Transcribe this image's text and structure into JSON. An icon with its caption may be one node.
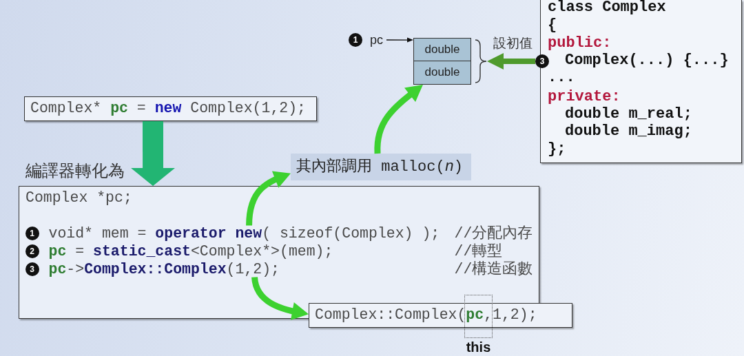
{
  "diagram": {
    "nodes": [
      {
        "text": [
          "1"
        ]
      },
      {
        "text": [
          "pc"
        ]
      },
      {
        "text": [
          "double",
          "double"
        ]
      },
      {
        "text": [
          "class Complex",
          "{",
          "public:",
          "Complex(...) {...}",
          "...",
          "private:",
          "double m_real;",
          "double m_imag;",
          "};"
        ]
      },
      {
        "text": [
          "3"
        ]
      },
      {
        "text": [
          "Complex* **pc** = **new** Complex(1,2);"
        ]
      },
      {
        "text": [
          "其內部調用 malloc(*n*)"
        ]
      },
      {
        "text": [
          "Complex *pc;",
          "//分配內存",
          "//轉型",
          "//構造函數"
        ]
      },
      {
        "text": [
          "1",
          "void* mem = **operator new**( sizeof(Complex) );"
        ],
        "in": 7
      },
      {
        "text": [
          "2",
          "**pc** = **static_cast**<Complex*>(mem);"
        ],
        "in": 7
      },
      {
        "text": [
          "3",
          "**pc**->**Complex::Complex**(1,2);"
        ],
        "in": 7
      },
      {
        "text": [
          "Complex::Complex(**pc**,1,2);"
        ],
        "beside": [
          "this"
        ]
      }
    ],
    "edges": [
      {
        "from": 1,
        "to": 2,
        "arrow": "to",
        "color": "#111111"
      },
      {
        "from": 4,
        "to": 2,
        "arrow": "to",
        "label": "設初值",
        "color": "#4f9a2d"
      },
      {
        "from": 6,
        "to": 2,
        "arrow": "to",
        "color": "#3dd130"
      },
      {
        "from": 8,
        "to": 6,
        "arrow": "to",
        "color": "#3dd130"
      },
      {
        "from": 5,
        "to": 7,
        "arrow": "to",
        "label": "編譯器轉化為",
        "style": "thick",
        "color": "#22b573"
      },
      {
        "from": 10,
        "to": 11,
        "arrow": "to",
        "color": "#3dd130"
      }
    ]
  }
}
